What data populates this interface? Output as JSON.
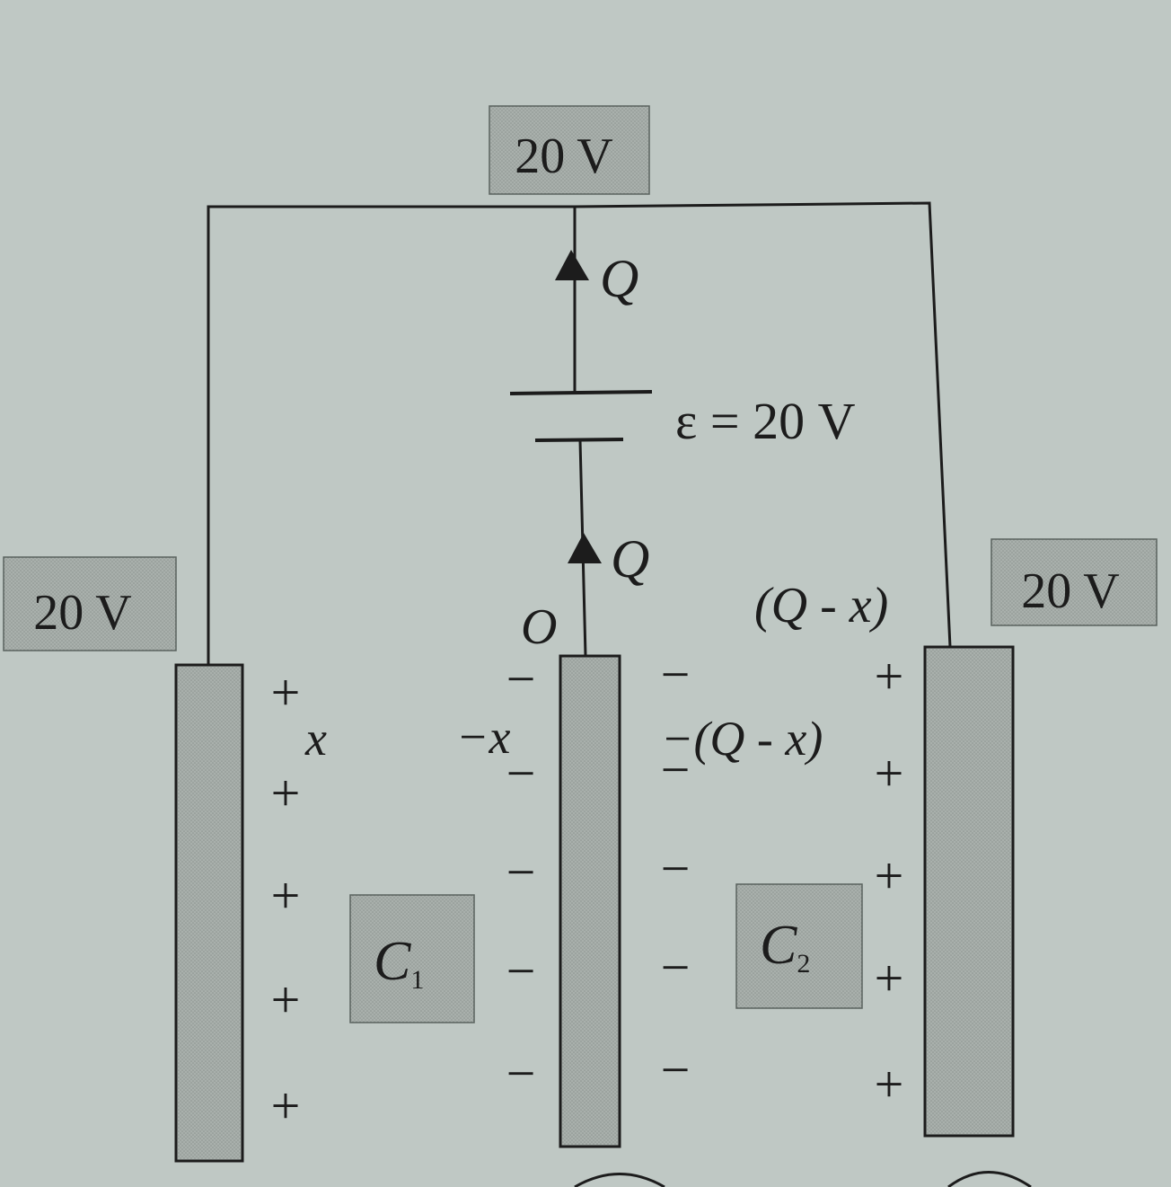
{
  "voltage_labels": {
    "top": "20 V",
    "left": "20 V",
    "right": "20 V"
  },
  "battery": {
    "emf": "ε = 20 V"
  },
  "currents": {
    "upper": "Q",
    "lower": "Q"
  },
  "node_label": "O",
  "charge_labels": {
    "left_plate": "x",
    "middle_left": "−x",
    "middle_right": "−(Q - x)",
    "right_top": "(Q - x)"
  },
  "capacitors": {
    "c1_main": "C",
    "c1_sub": "1",
    "c2_main": "C",
    "c2_sub": "2"
  },
  "plate_signs": {
    "left": [
      "+",
      "+",
      "+",
      "+",
      "+"
    ],
    "middle_left": [
      "−",
      "−",
      "−",
      "−",
      "−",
      "−"
    ],
    "middle_right": [
      "−",
      "−",
      "−",
      "−",
      "−",
      "−"
    ],
    "right": [
      "+",
      "+",
      "+",
      "+",
      "+"
    ]
  },
  "colors": {
    "background": "#bfc8c4",
    "box_fill": "#a4aca8",
    "ink": "#1c1c1c"
  }
}
